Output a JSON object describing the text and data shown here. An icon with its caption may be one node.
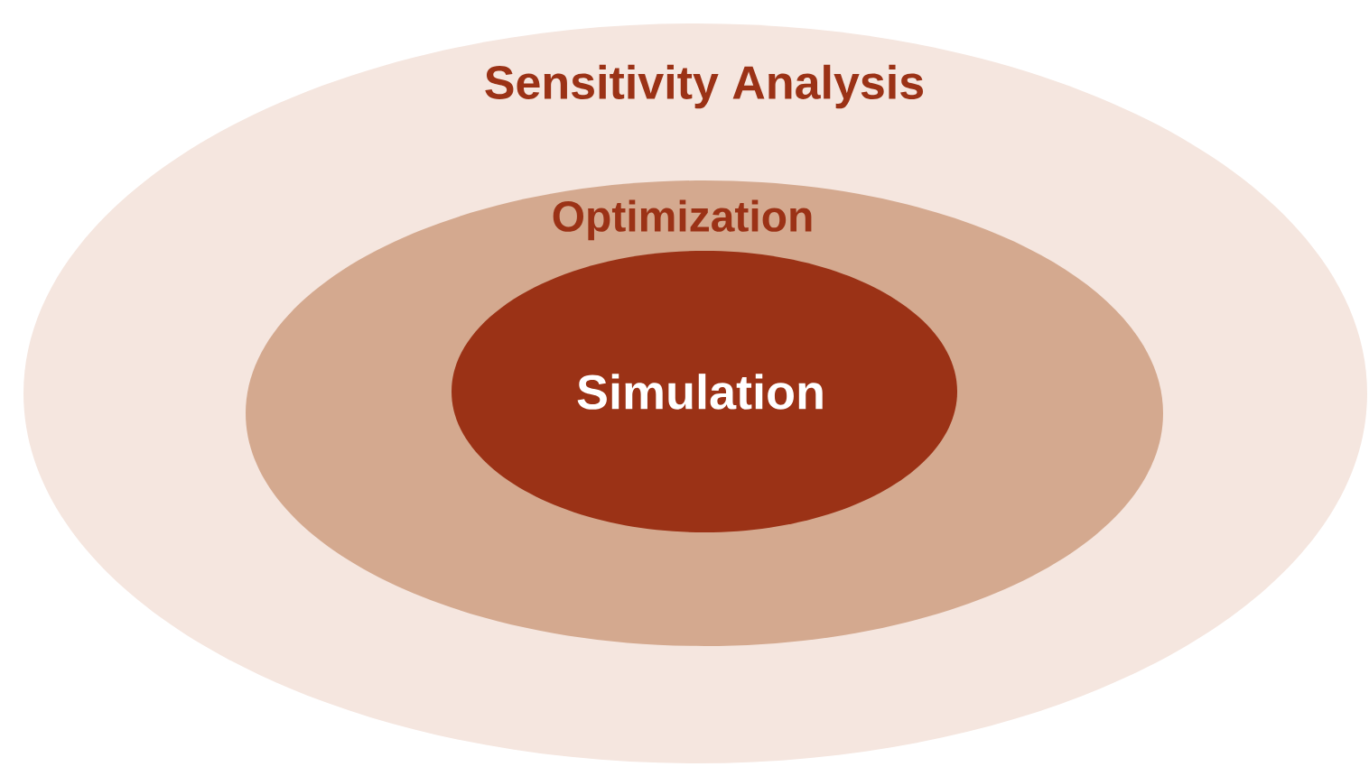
{
  "diagram": {
    "nodes": [
      {
        "text": [
          "Sensitivity Analysis"
        ]
      },
      {
        "text": [
          "Optimization"
        ],
        "in": 0
      },
      {
        "text": [
          "Simulation"
        ],
        "in": 1
      }
    ]
  }
}
